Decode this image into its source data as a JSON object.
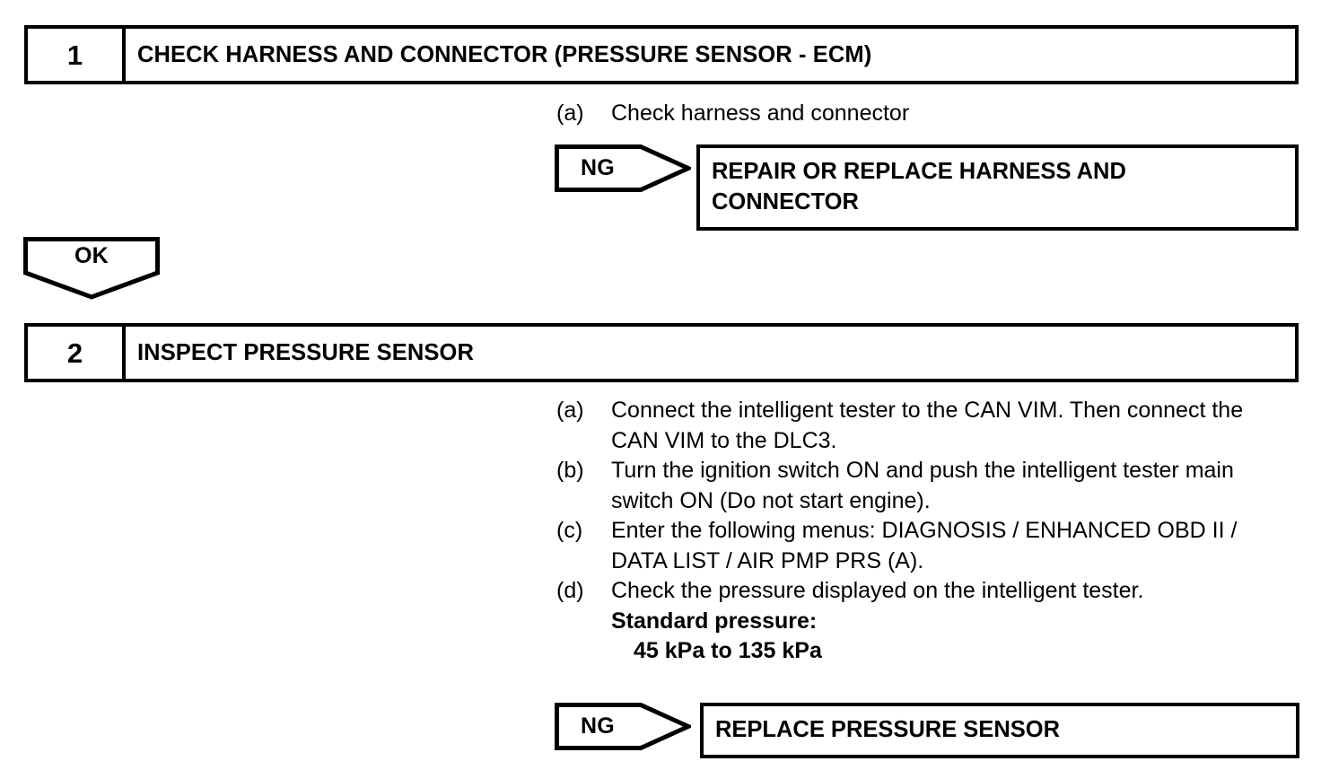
{
  "document": {
    "type": "diagnostic-flowchart"
  },
  "steps": [
    {
      "number": "1",
      "title": "CHECK HARNESS AND CONNECTOR (PRESSURE SENSOR - ECM)",
      "procedures": [
        {
          "label": "(a)",
          "text": "Check harness and connector"
        }
      ]
    },
    {
      "number": "2",
      "title": "INSPECT PRESSURE SENSOR",
      "procedures": [
        {
          "label": "(a)",
          "text": "Connect the intelligent tester to the CAN VIM. Then connect the CAN VIM to the DLC3."
        },
        {
          "label": "(b)",
          "text": "Turn the ignition switch ON and push the intelligent tester main switch ON (Do not start engine)."
        },
        {
          "label": "(c)",
          "text": "Enter the following menus: DIAGNOSIS / ENHANCED OBD II / DATA LIST / AIR PMP PRS (A)."
        },
        {
          "label": "(d)",
          "text": "Check the pressure displayed on the intelligent tester."
        }
      ],
      "spec": {
        "title": "Standard pressure:",
        "value": "45 kPa to 135 kPa"
      }
    }
  ],
  "branches": {
    "ng_1": {
      "label": "NG",
      "result_lines": [
        "REPAIR OR REPLACE HARNESS AND",
        "CONNECTOR"
      ]
    },
    "ok_1": {
      "label": "OK"
    },
    "ng_2": {
      "label": "NG",
      "result_lines": [
        "REPLACE PRESSURE SENSOR"
      ]
    }
  },
  "colors": {
    "line": "#000000",
    "background": "#ffffff"
  }
}
